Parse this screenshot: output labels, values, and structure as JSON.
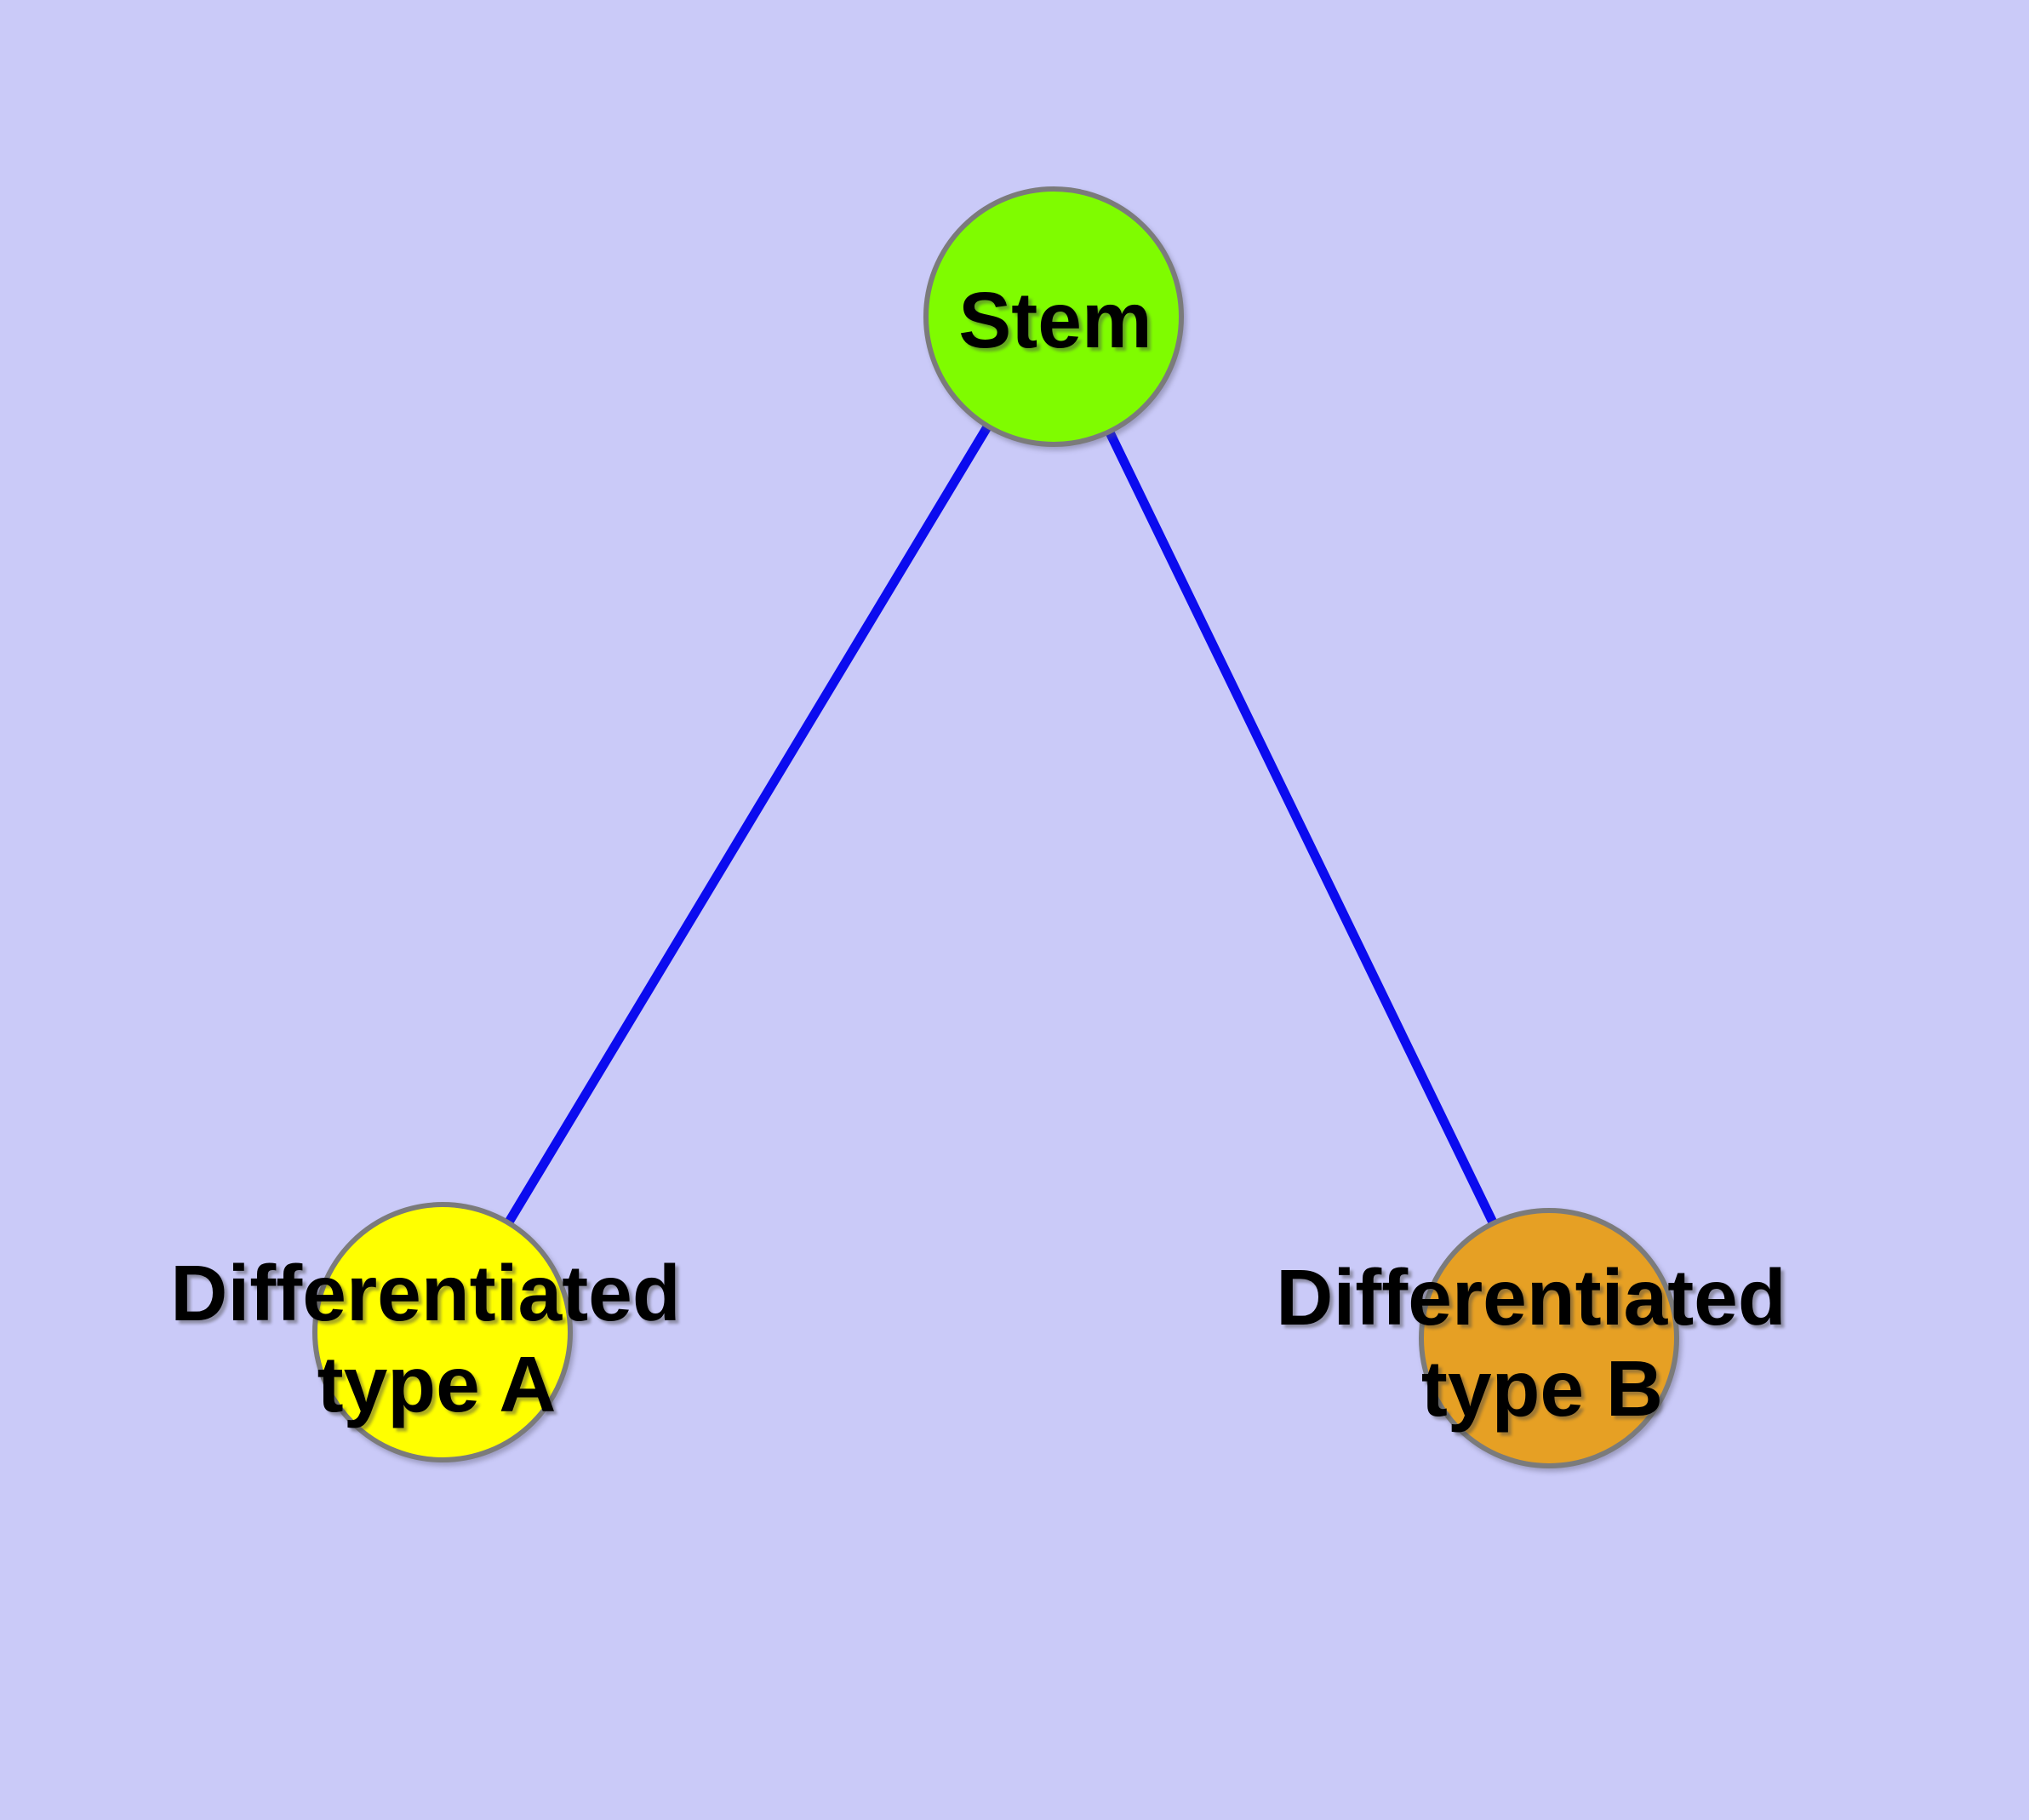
{
  "diagram": {
    "type": "node-link-graph",
    "background_color": "#cacaf8",
    "edge_color": "#0b0bef",
    "node_border_color": "#7b7b7b",
    "label_color": "#000000",
    "nodes": [
      {
        "id": "stem",
        "label": "Stem",
        "label_lines": [
          "Stem"
        ],
        "fill": "#7ffc00"
      },
      {
        "id": "differentiated-type-a",
        "label": "Differentiated type A",
        "label_lines": [
          "Differentiated",
          "type A"
        ],
        "fill": "#ffff00"
      },
      {
        "id": "differentiated-type-b",
        "label": "Differentiated type B",
        "label_lines": [
          "Differentiated",
          "type B"
        ],
        "fill": "#e6a024"
      }
    ],
    "edges": [
      {
        "from": "stem",
        "to": "differentiated-type-a"
      },
      {
        "from": "stem",
        "to": "differentiated-type-b"
      }
    ]
  }
}
